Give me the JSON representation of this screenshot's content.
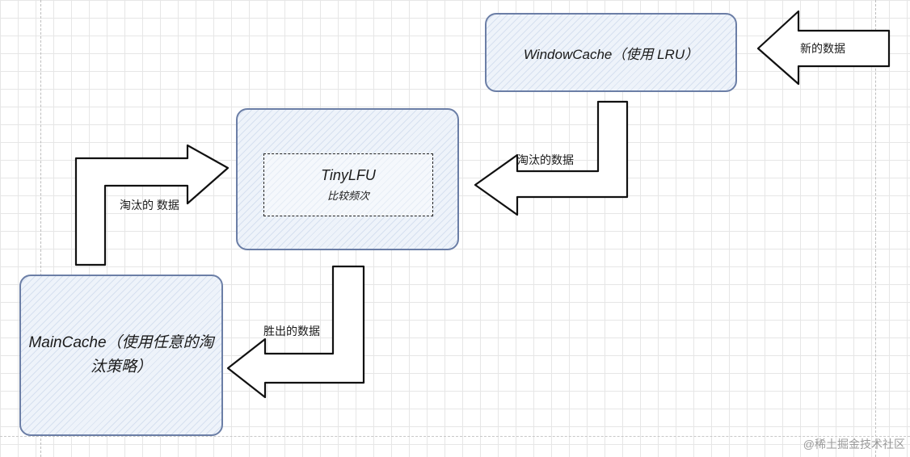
{
  "nodes": {
    "window_cache": "WindowCache（使用 LRU）",
    "tinylfu_title": "TinyLFU",
    "tinylfu_subtitle": "比较频次",
    "main_cache": "MainCache（使用任意的淘汰策略）"
  },
  "edges": {
    "new_data": "新的数据",
    "window_evicted": "淘汰的数据",
    "main_evicted": "淘汰的 数据",
    "winner_data": "胜出的数据"
  },
  "watermark": "@稀土掘金技术社区",
  "colors": {
    "box_fill": "#eef3fa",
    "box_border": "#6b7ea6",
    "arrow_fill": "#ffffff",
    "arrow_stroke": "#111111"
  }
}
